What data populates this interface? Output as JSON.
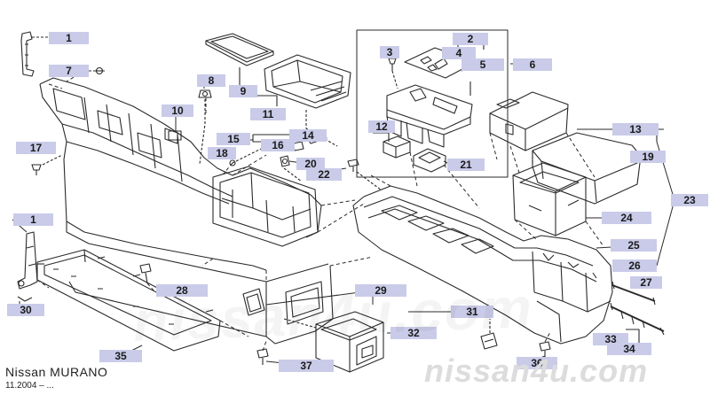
{
  "diagram": {
    "callouts": [
      "1",
      "7",
      "17",
      "1",
      "30",
      "8",
      "9",
      "11",
      "10",
      "15",
      "14",
      "16",
      "18",
      "20",
      "22",
      "3",
      "2",
      "4",
      "5",
      "6",
      "12",
      "21",
      "13",
      "19",
      "23",
      "24",
      "25",
      "26",
      "27",
      "33",
      "34",
      "28",
      "29",
      "31",
      "32",
      "35",
      "36",
      "37"
    ]
  },
  "footer": {
    "model": "Nissan MURANO",
    "date": "11.2004 – ..."
  },
  "watermark": {
    "text": "nissan4u.com"
  },
  "colors": {
    "callout_bg": "#c9cbe8",
    "line": "#2a2a2a",
    "watermark": "#dcdcdc"
  }
}
